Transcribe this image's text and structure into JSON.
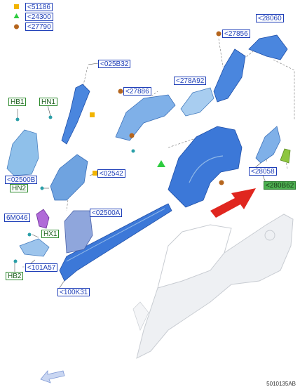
{
  "legend": [
    {
      "symbol": "square",
      "color": "#f2b400",
      "code": "<51186"
    },
    {
      "symbol": "triangle",
      "color": "#2ecc40",
      "code": "<24300"
    },
    {
      "symbol": "circle",
      "color": "#b5651d",
      "code": "<27790"
    }
  ],
  "callouts": {
    "c28060": "<28060",
    "c27856": "<27856",
    "c025B32": "<025B32",
    "c278A92": "<278A92",
    "c27886": "<27886",
    "c02542": "<02542",
    "c02500B": "<02500B",
    "c02500A": "<02500A",
    "c28058": "<28058",
    "c280B62": "<280B62",
    "c101A57": "<101A57",
    "c100K31": "<100K31",
    "hb1": "HB1",
    "hn1": "HN1",
    "hn2": "HN2",
    "m6m046": "6M046",
    "hx1": "HX1",
    "hb2": "HB2"
  },
  "footer_code": "5010135AB",
  "colors": {
    "part_blue": "#3c78d8",
    "part_light_blue": "#8fb8e8",
    "body_gray": "#e4e6ea",
    "arrow_red": "#e0261f",
    "nav_arrow": "#9db4e3"
  }
}
